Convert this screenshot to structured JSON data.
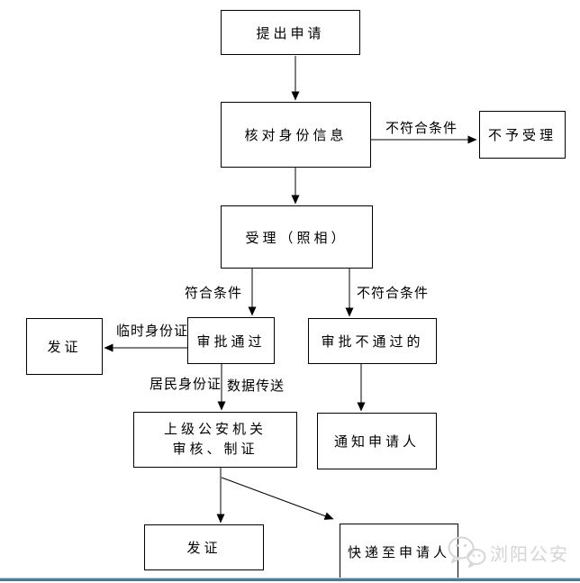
{
  "flowchart": {
    "nodes": {
      "submit": {
        "label": "提出申请"
      },
      "verify": {
        "label": "核对身份信息"
      },
      "reject": {
        "label": "不予受理"
      },
      "accept": {
        "label": "受理（照相）"
      },
      "approved": {
        "label": "审批通过"
      },
      "not_approved": {
        "label": "审批不通过的"
      },
      "issue_temp": {
        "label": "发证"
      },
      "superior": {
        "line1": "上级公安机关",
        "line2": "审核、制证"
      },
      "notify": {
        "label": "通知申请人"
      },
      "issue_final": {
        "label": "发证"
      },
      "express": {
        "label": "快递至申请人"
      }
    },
    "edge_labels": {
      "not_qualified_top": "不符合条件",
      "qualified": "符合条件",
      "not_qualified_branch": "不符合条件",
      "temp_id": "临时身份证",
      "resident_id": "居民身份证",
      "data_transfer": "数据传送"
    }
  },
  "watermark": {
    "text": "浏阳公安",
    "icon": "wechat-logo"
  },
  "colors": {
    "background": "#ffffff",
    "box_border": "#000000",
    "arrow": "#000000",
    "watermark_gray": "#d4d4d4",
    "bottom_bar_blue": "#4e7a92"
  }
}
